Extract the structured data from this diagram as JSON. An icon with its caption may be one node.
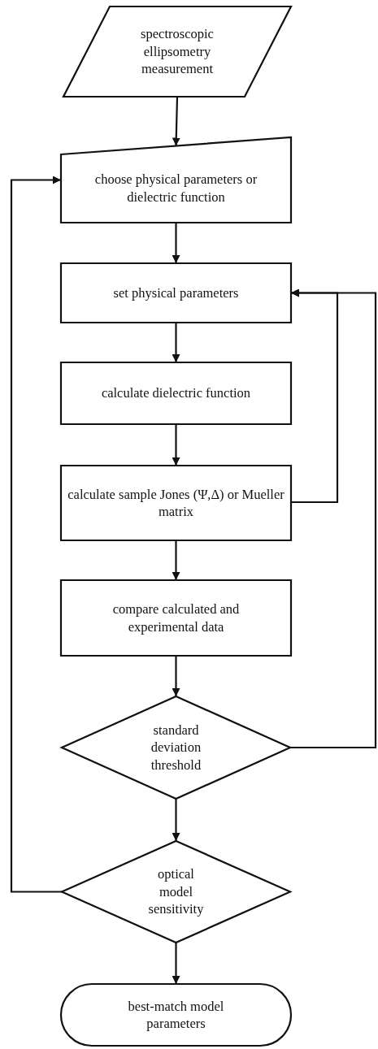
{
  "diagram": {
    "nodes": [
      {
        "text": [
          "spectroscopic ellipsometry measurement"
        ]
      },
      {
        "text": [
          "choose physical parameters or dielectric function"
        ]
      },
      {
        "text": [
          "set physical parameters"
        ]
      },
      {
        "text": [
          "calculate dielectric function"
        ]
      },
      {
        "text": [
          "calculate sample Jones (Ψ,Δ) or Mueller matrix"
        ]
      },
      {
        "text": [
          "compare calculated and experimental data"
        ]
      },
      {
        "text": [
          "standard deviation threshold"
        ]
      },
      {
        "text": [
          "optical model sensitivity"
        ]
      },
      {
        "text": [
          "best-match model parameters"
        ]
      }
    ],
    "edges": [
      {
        "from": 0,
        "to": 1,
        "arrow": "to"
      },
      {
        "from": 1,
        "to": 2,
        "arrow": "to"
      },
      {
        "from": 2,
        "to": 3,
        "arrow": "to"
      },
      {
        "from": 3,
        "to": 4,
        "arrow": "to"
      },
      {
        "from": 4,
        "to": 5,
        "arrow": "to"
      },
      {
        "from": 5,
        "to": 6,
        "arrow": "to"
      },
      {
        "from": 6,
        "to": 7,
        "arrow": "to"
      },
      {
        "from": 7,
        "to": 8,
        "arrow": "to"
      },
      {
        "from": 4,
        "to": 2,
        "arrow": "to"
      },
      {
        "from": 6,
        "to": 2,
        "arrow": "to"
      },
      {
        "from": 7,
        "to": 1,
        "arrow": "to"
      }
    ]
  }
}
